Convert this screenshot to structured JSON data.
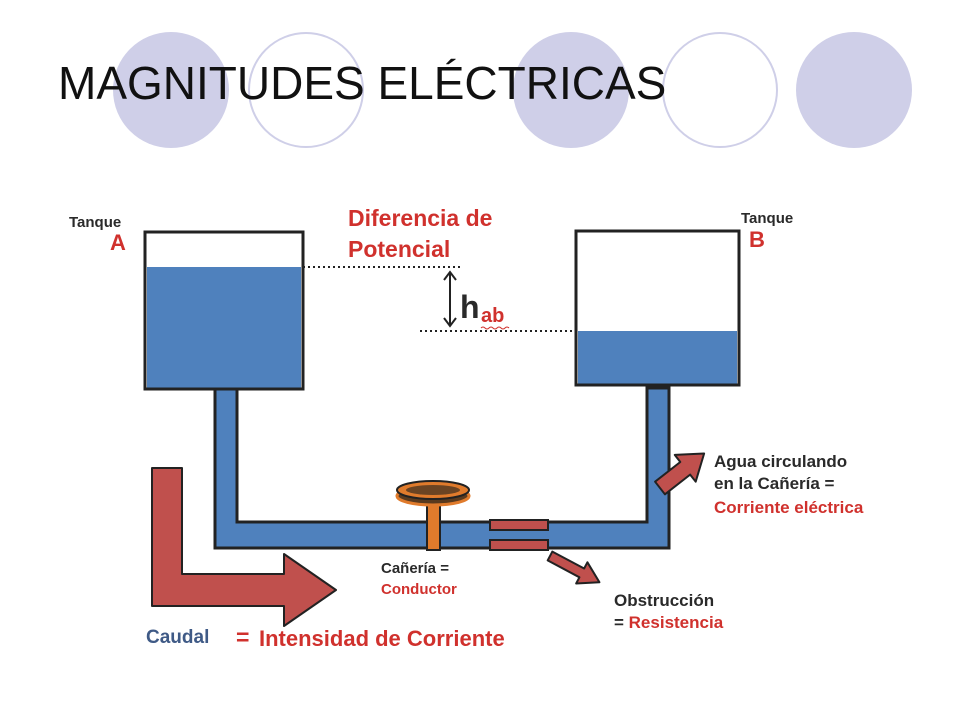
{
  "slide": {
    "title": "MAGNITUDES ELÉCTRICAS"
  },
  "colors": {
    "water": "#4f81bd",
    "outline": "#222222",
    "arrow": "#c0504d",
    "label_red": "#d0312d",
    "decor_circle": "#cfcfe8"
  },
  "diagram": {
    "tank_a": {
      "word": "Tanque",
      "letter": "A"
    },
    "tank_b": {
      "word": "Tanque",
      "letter": "B"
    },
    "potential": {
      "line1": "Diferencia de",
      "line2": "Potencial"
    },
    "height": {
      "symbol": "h",
      "subscript": "ab"
    },
    "current": {
      "line1": "Agua circulando",
      "line2": "en la Cañería =",
      "line3": "Corriente eléctrica"
    },
    "pipe": {
      "line1": "Cañería =",
      "line2": "Conductor"
    },
    "obstruction": {
      "line1": "Obstrucción",
      "line2_prefix": "= ",
      "line2_value": "Resistencia"
    },
    "flow": {
      "label": "Caudal",
      "equals": "=",
      "value": "Intensidad de Corriente"
    }
  }
}
